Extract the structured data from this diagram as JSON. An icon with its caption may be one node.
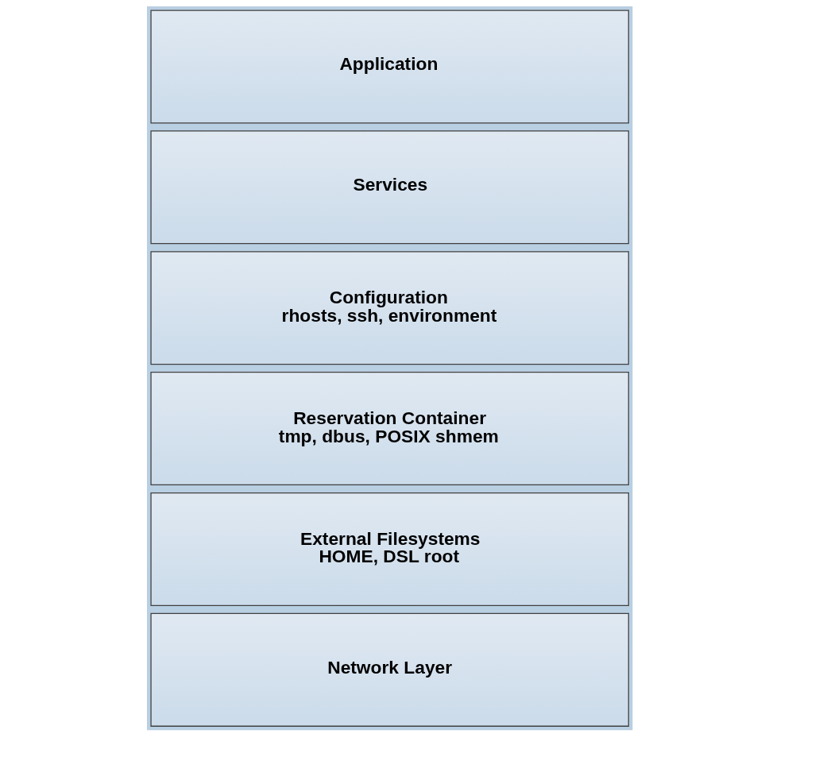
{
  "diagram": {
    "nodes": [
      {
        "text": [
          "Application"
        ]
      },
      {
        "text": [
          "Services"
        ]
      },
      {
        "text": [
          "Configuration",
          "rhosts, ssh, environment"
        ]
      },
      {
        "text": [
          "Reservation Container",
          "tmp, dbus, POSIX shmem"
        ]
      },
      {
        "text": [
          "External Filesystems",
          "HOME, DSL root"
        ]
      },
      {
        "text": [
          "Network Layer"
        ]
      }
    ],
    "edges": []
  }
}
